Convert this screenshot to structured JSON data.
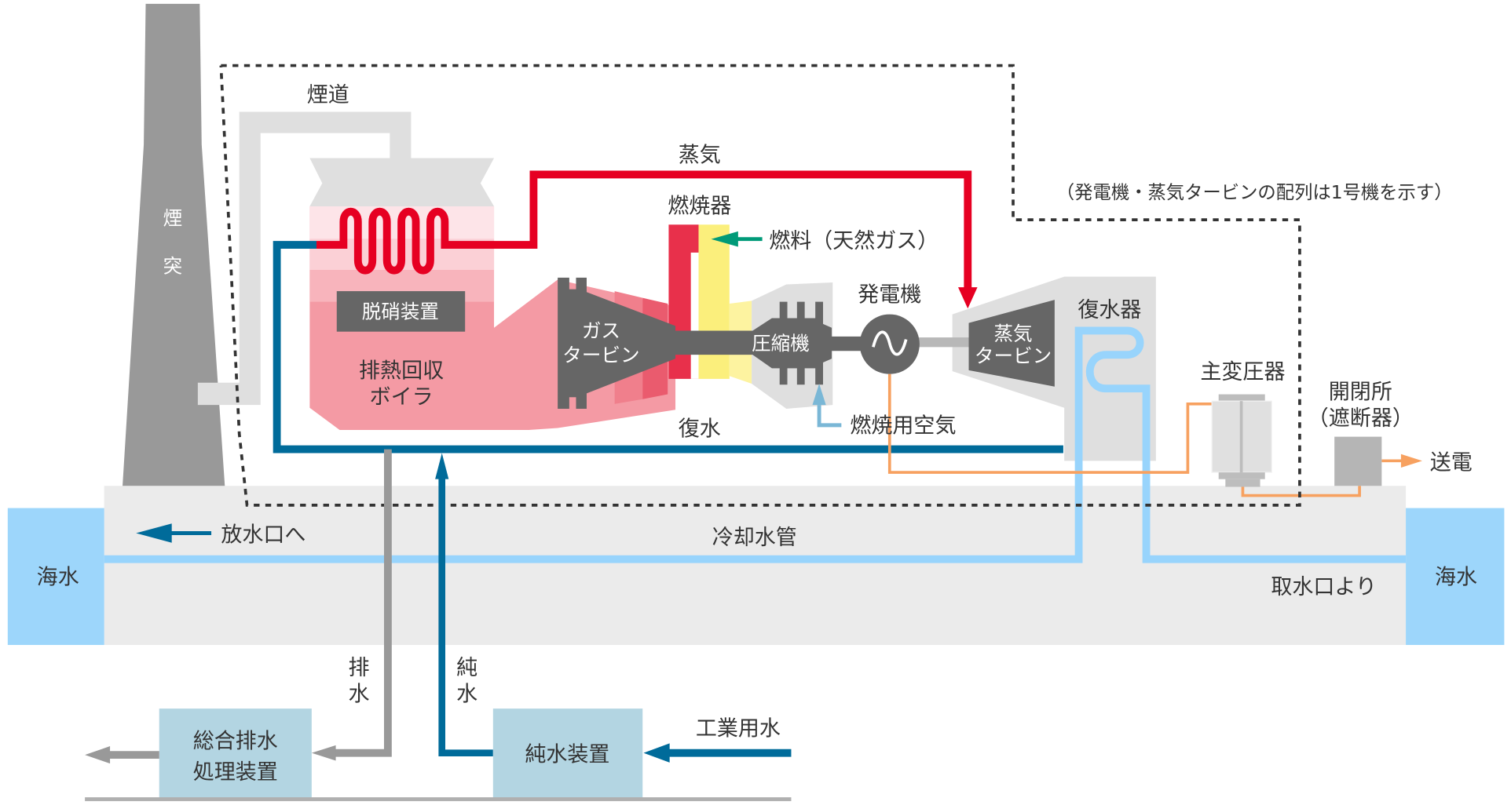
{
  "title": "コンバインドサイクル発電の仕組み",
  "colors": {
    "steam": "#e60022",
    "condensate": "#006b9a",
    "cooling_water": "#98d4fc",
    "seawater": "#9dd6fb",
    "fuel": "#009a78",
    "combustion_air": "#7ab7d6",
    "electricity": "#f7a160",
    "drain": "#999999",
    "equipment_dark": "#666666",
    "boiler": "#f49aa4",
    "combustor": "#e8304b",
    "compressor_intake": "#fbef7c",
    "ground": "#ebebeb",
    "treatment_box": "#b3d5e2"
  },
  "labels": {
    "chimney": [
      "煙",
      "突"
    ],
    "flue": "煙道",
    "steam": "蒸気",
    "combustor": "燃焼器",
    "fuel": "燃料（天然ガス）",
    "denitration": "脱硝装置",
    "hrsg": [
      "排熱回収",
      "ボイラ"
    ],
    "gas_turbine": [
      "ガス",
      "タービン"
    ],
    "compressor": "圧縮機",
    "generator": "発電機",
    "steam_turbine": [
      "蒸気",
      "タービン"
    ],
    "condenser": "復水器",
    "condensate": "復水",
    "combustion_air": "燃焼用空気",
    "main_transformer": "主変圧器",
    "switchyard": [
      "開閉所",
      "（遮断器）"
    ],
    "transmission": "送電",
    "note": "（発電機・蒸気タービンの配列は1号機を示す）",
    "to_outlet": "放水口へ",
    "cooling_pipe": "冷却水管",
    "from_intake": "取水口より",
    "seawater_left": "海水",
    "seawater_right": "海水",
    "drain": [
      "排",
      "水"
    ],
    "pure_water": [
      "純",
      "水"
    ],
    "wastewater_plant": [
      "総合排水",
      "処理装置"
    ],
    "pure_water_plant": "純水装置",
    "industrial_water": "工業用水",
    "generator_symbol": "∼"
  }
}
